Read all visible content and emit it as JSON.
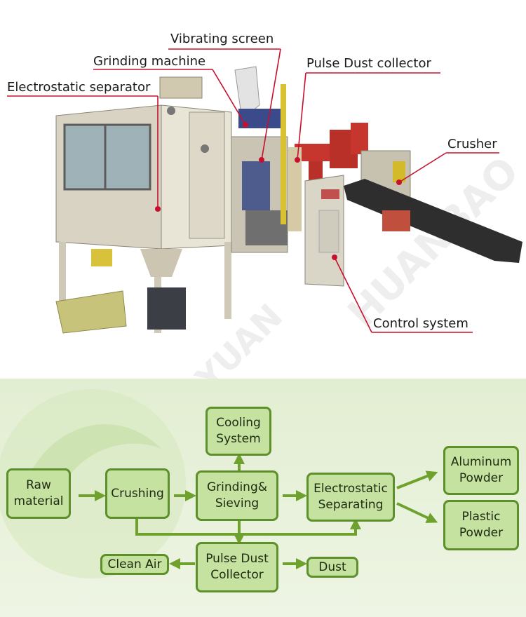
{
  "callouts": {
    "vibrating_screen": "Vibrating screen",
    "grinding_machine": "Grinding machine",
    "electrostatic_separator": "Electrostatic separator",
    "pulse_dust_collector": "Pulse Dust collector",
    "crusher": "Crusher",
    "control_system": "Control system"
  },
  "flow": {
    "raw_material": "Raw\nmaterial",
    "crushing": "Crushing",
    "grinding_sieving": "Grinding&\nSieving",
    "cooling_system": "Cooling\nSystem",
    "electrostatic_separating": "Electrostatic\nSeparating",
    "aluminum_powder": "Aluminum\nPowder",
    "plastic_powder": "Plastic\nPowder",
    "pulse_dust_collector": "Pulse Dust\nCollector",
    "clean_air": "Clean Air",
    "dust": "Dust"
  },
  "colors": {
    "callout_line": "#c8102e",
    "box_fill": "#c6e2a0",
    "box_border": "#5d8f2a",
    "arrow": "#6fa22d",
    "panel_bg": "#e3efd5"
  }
}
